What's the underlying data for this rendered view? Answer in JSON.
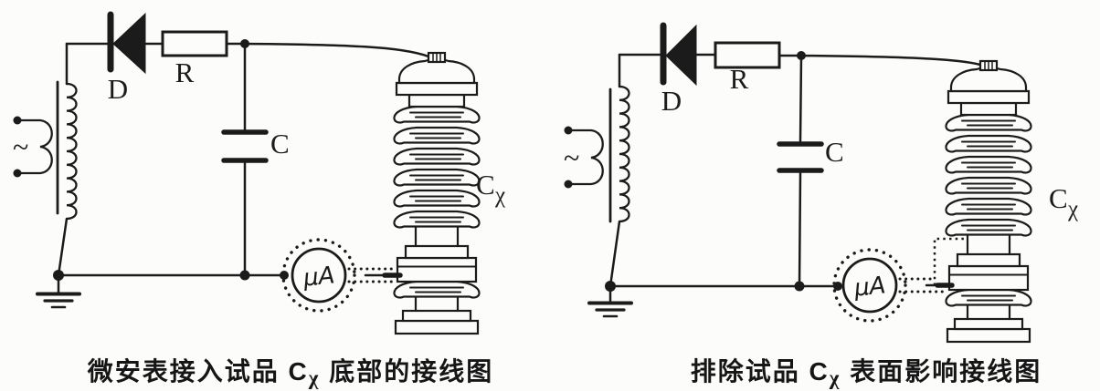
{
  "colors": {
    "ink": "#1b1b1b",
    "paper": "#fcfcfa"
  },
  "left": {
    "labels": {
      "source": "~",
      "diode": "D",
      "resistor": "R",
      "capacitor": "C",
      "meter": "μA",
      "test_main": "C",
      "test_sub": "χ"
    },
    "caption": {
      "pre": "微安表接入试品 C",
      "sub": "χ",
      "post": " 底部的接线图"
    }
  },
  "right": {
    "labels": {
      "source": "~",
      "diode": "D",
      "resistor": "R",
      "capacitor": "C",
      "meter": "μA",
      "test_main": "C",
      "test_sub": "χ"
    },
    "caption": {
      "pre": "排除试品 C",
      "sub": "χ",
      "post": " 表面影响接线图"
    }
  }
}
